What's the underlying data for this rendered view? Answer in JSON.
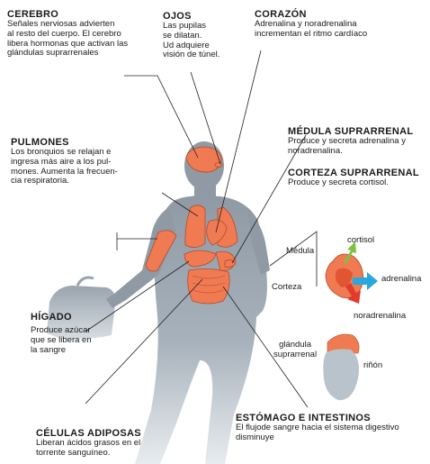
{
  "labels": {
    "cerebro": {
      "title": "CEREBRO",
      "text": "Señales nerviosas advierten\nal resto del cuerpo. El cerebro\nlibera hormonas que activan las\nglándulas suprarrenales"
    },
    "ojos": {
      "title": "OJOS",
      "text": "Las pupilas\nse dilatan.\nUd adquiere\nvisión de túnel."
    },
    "corazon": {
      "title": "CORAZÓN",
      "text": "Adrenalina y noradrenalina\nincrementan el ritmo cardíaco"
    },
    "pulmones": {
      "title": "PULMONES",
      "text": "Los bronquios se relajan e\ningresa más aire a los pul-\nmones. Aumenta la frecuen-\ncia respiratoria."
    },
    "medula": {
      "title": "MÉDULA SUPRARRENAL",
      "text": "Produce y secreta adrenalina y\nnoradrenalina."
    },
    "corteza": {
      "title": "CORTEZA SUPRARRENAL",
      "text": "Produce y secreta cortisol."
    },
    "higado": {
      "title": "HÍGADO",
      "text": "Produce azúcar\nque se libera en\nla sangre"
    },
    "celulas": {
      "title": "CÉLULAS ADIPOSAS",
      "text": "Liberan ácidos grasos en el\ntorrente sanguíneo."
    },
    "estomago": {
      "title": "ESTÓMAGO E INTESTINOS",
      "text": "El flujode sangre hacia el sistema digestivo\ndisminuye"
    }
  },
  "gland_diagram": {
    "medula": "Médula",
    "corteza": "Corteza",
    "cortisol": "cortisol",
    "adrenalina": "adrenalina",
    "noradrenalina": "noradrenalina",
    "glandula": "glándula\nsuprarrenal",
    "rinon": "riñón"
  },
  "colors": {
    "body": "#8f9aa5",
    "organ": "#f07b52",
    "organ_stroke": "#b8492a",
    "arrow_cortisol": "#7dc241",
    "arrow_adrenalina": "#2aa7de",
    "arrow_noradrenalina": "#e23b2c",
    "kidney": "#b9c3cc"
  }
}
